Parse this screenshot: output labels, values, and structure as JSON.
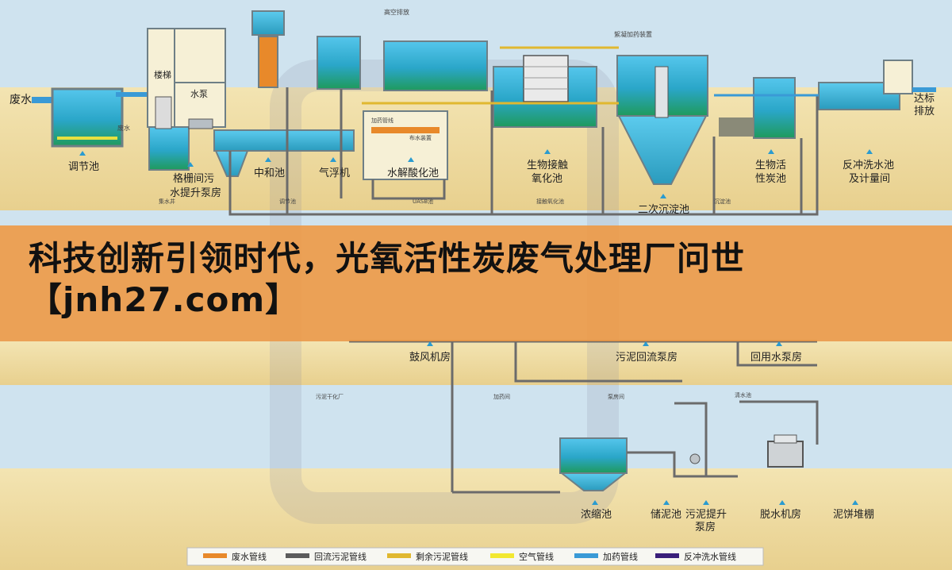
{
  "labels": {
    "wastewater_in": "废水",
    "discharge": [
      "达标",
      "排放"
    ],
    "regulating_tank": "调节池",
    "grille_pump": [
      "格栅间污",
      "水提升泵房"
    ],
    "neutral_tank": "中和池",
    "air_float": "气浮机",
    "hydrolysis": "水解酸化池",
    "bio_contact": [
      "生物接触",
      "氧化池"
    ],
    "secondary_settle": "二次沉淀池",
    "bio_carbon": [
      "生物活",
      "性炭池"
    ],
    "backwash": [
      "反冲洗水池",
      "及计量间"
    ],
    "blower_room": "鼓风机房",
    "sludge_return_pump": "污泥回流泵房",
    "reuse_pump": "回用水泵房",
    "thickener": "浓缩池",
    "sludge_store": "储泥池",
    "sludge_lift": [
      "污泥提升",
      "泵房"
    ],
    "dewater_room": "脱水机房",
    "cake_shed": "泥饼堆棚",
    "stairs": "楼梯",
    "pump": "水泵"
  },
  "small_labels": {
    "high_exhaust": "高空排放",
    "dosing_device": "絮凝加药装置",
    "waste_water": "废水",
    "collect_well": "集水井",
    "tiao_jie": "调节池",
    "uasb": "UASB池",
    "contact_ox": "接触氧化池",
    "settle": "沉淀池",
    "sludge_dry": "污泥干化厂",
    "dosing_room": "加药间",
    "pump_room": "泵房间",
    "clear_water": "清水池",
    "add_pipe": "加药管线",
    "distributor": "布水装置"
  },
  "banner": {
    "title": "科技创新引领时代，光氧活性炭废气处理厂问世【jnh27.com】"
  },
  "legend": [
    {
      "label": "废水管线",
      "color": "#e8892a"
    },
    {
      "label": "回流污泥管线",
      "color": "#5c5c5c"
    },
    {
      "label": "剩余污泥管线",
      "color": "#e0b830"
    },
    {
      "label": "空气管线",
      "color": "#f2e830"
    },
    {
      "label": "加药管线",
      "color": "#3a9ad6"
    },
    {
      "label": "反冲洗水管线",
      "color": "#3a1f7a"
    }
  ],
  "colors": {
    "sky": "#cfe3ef",
    "ground": "#f0dfa8",
    "water_top": "#4cc0e8",
    "water_bottom": "#1e9a5a",
    "tank_wall": "#7a8a90",
    "pipe_gray": "#6b6b6b",
    "banner": "#f0963c"
  }
}
